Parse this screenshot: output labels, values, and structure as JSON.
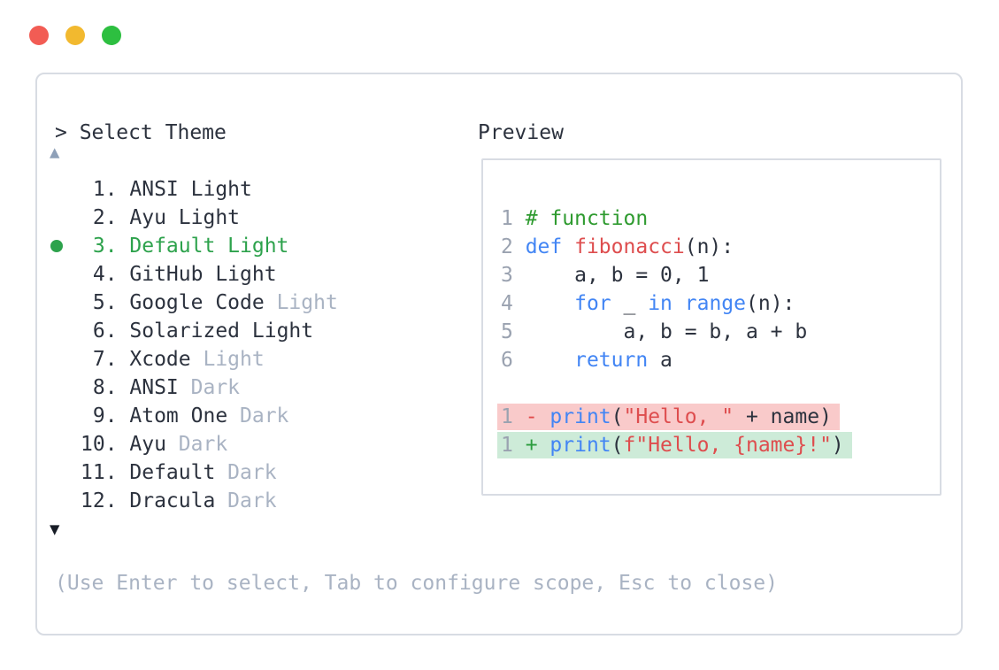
{
  "colors": {
    "text": "#2c323e",
    "muted": "#a9b3c3",
    "border": "#d8dce3",
    "accent_green": "#2da24c",
    "keyword_blue": "#4285f4",
    "red": "#de4d4e",
    "comment_green": "#2f9b30",
    "line_number": "#9aa2b0",
    "diff_removed_bg": "#f9caca",
    "diff_added_bg": "#cdebd8",
    "plus_green": "#2b9c3e",
    "minus_red": "#e14b4b",
    "arrow_up": "#8ea0b8",
    "arrow_down": "#171c26",
    "traffic_red": "#f25c54",
    "traffic_yellow": "#f2b92f",
    "traffic_green": "#2dbf40"
  },
  "window": {
    "buttons": [
      "close",
      "minimize",
      "maximize"
    ]
  },
  "picker": {
    "prompt": "> Select Theme",
    "up_indicator": "▲",
    "down_indicator": "▼",
    "items": [
      {
        "number": " 1.",
        "name": "ANSI",
        "variant": "Light",
        "variant_muted": false,
        "selected": false
      },
      {
        "number": " 2.",
        "name": "Ayu",
        "variant": "Light",
        "variant_muted": false,
        "selected": false
      },
      {
        "number": " 3.",
        "name": "Default",
        "variant": "Light",
        "variant_muted": false,
        "selected": true
      },
      {
        "number": " 4.",
        "name": "GitHub",
        "variant": "Light",
        "variant_muted": false,
        "selected": false
      },
      {
        "number": " 5.",
        "name": "Google Code",
        "variant": "Light",
        "variant_muted": true,
        "selected": false
      },
      {
        "number": " 6.",
        "name": "Solarized",
        "variant": "Light",
        "variant_muted": false,
        "selected": false
      },
      {
        "number": " 7.",
        "name": "Xcode",
        "variant": "Light",
        "variant_muted": true,
        "selected": false
      },
      {
        "number": " 8.",
        "name": "ANSI",
        "variant": "Dark",
        "variant_muted": true,
        "selected": false
      },
      {
        "number": " 9.",
        "name": "Atom One",
        "variant": "Dark",
        "variant_muted": true,
        "selected": false
      },
      {
        "number": "10.",
        "name": "Ayu",
        "variant": "Dark",
        "variant_muted": true,
        "selected": false
      },
      {
        "number": "11.",
        "name": "Default",
        "variant": "Dark",
        "variant_muted": true,
        "selected": false
      },
      {
        "number": "12.",
        "name": "Dracula",
        "variant": "Dark",
        "variant_muted": true,
        "selected": false
      }
    ],
    "hint": "(Use Enter to select, Tab to configure scope, Esc to close)"
  },
  "preview": {
    "label": "Preview",
    "code_lines": [
      {
        "number": "1",
        "tokens": [
          {
            "text": "# function",
            "type": "comment"
          }
        ]
      },
      {
        "number": "2",
        "tokens": [
          {
            "text": "def",
            "type": "keyword"
          },
          {
            "text": " ",
            "type": "plain"
          },
          {
            "text": "fibonacci",
            "type": "function"
          },
          {
            "text": "(n):",
            "type": "plain"
          }
        ]
      },
      {
        "number": "3",
        "tokens": [
          {
            "text": "    a, b = 0, 1",
            "type": "plain"
          }
        ]
      },
      {
        "number": "4",
        "tokens": [
          {
            "text": "    ",
            "type": "plain"
          },
          {
            "text": "for",
            "type": "keyword"
          },
          {
            "text": " _ ",
            "type": "plain"
          },
          {
            "text": "in",
            "type": "keyword"
          },
          {
            "text": " ",
            "type": "plain"
          },
          {
            "text": "range",
            "type": "keyword"
          },
          {
            "text": "(n):",
            "type": "plain"
          }
        ]
      },
      {
        "number": "5",
        "tokens": [
          {
            "text": "        a, b = b, a + b",
            "type": "plain"
          }
        ]
      },
      {
        "number": "6",
        "tokens": [
          {
            "text": "    ",
            "type": "plain"
          },
          {
            "text": "return",
            "type": "keyword"
          },
          {
            "text": " a",
            "type": "plain"
          }
        ]
      }
    ],
    "diff_lines": [
      {
        "number": "1",
        "sign": "-",
        "kind": "removed",
        "tokens": [
          {
            "text": "print",
            "type": "keyword"
          },
          {
            "text": "(",
            "type": "plain"
          },
          {
            "text": "\"Hello, \"",
            "type": "string"
          },
          {
            "text": " + name)",
            "type": "plain"
          }
        ]
      },
      {
        "number": "1",
        "sign": "+",
        "kind": "added",
        "tokens": [
          {
            "text": "print",
            "type": "keyword"
          },
          {
            "text": "(",
            "type": "plain"
          },
          {
            "text": "f\"Hello, {name}!\"",
            "type": "string"
          },
          {
            "text": ")",
            "type": "plain"
          }
        ]
      }
    ]
  }
}
